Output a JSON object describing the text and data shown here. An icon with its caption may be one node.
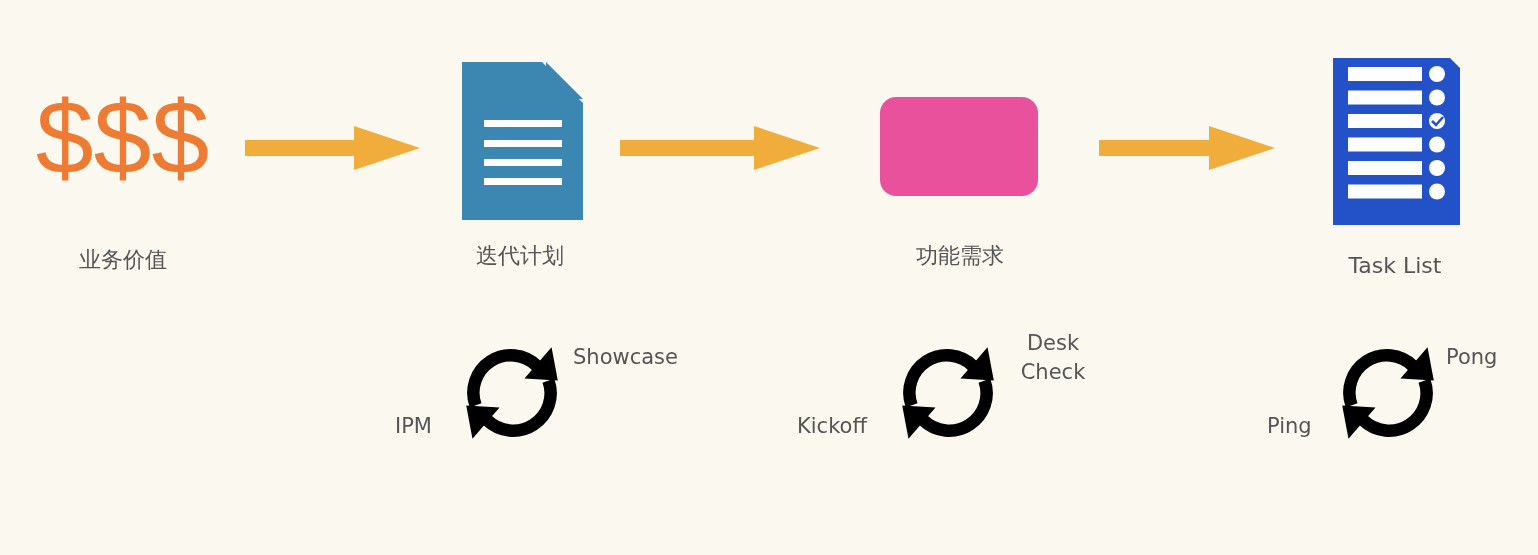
{
  "diagram": {
    "nodes": [
      {
        "text": [
          "$$$",
          "业务价值"
        ]
      },
      {
        "text": [
          "迭代计划"
        ]
      },
      {
        "text": [
          "功能需求"
        ]
      },
      {
        "text": [
          "Task List"
        ]
      }
    ],
    "edges": [
      {
        "from": 0,
        "to": 1,
        "arrow": "to"
      },
      {
        "from": 1,
        "to": 2,
        "arrow": "to"
      },
      {
        "from": 2,
        "to": 3,
        "arrow": "to"
      }
    ],
    "labels": [
      "Showcase",
      "IPM",
      "Desk Check",
      "Kickoff",
      "Pong",
      "Ping"
    ]
  }
}
